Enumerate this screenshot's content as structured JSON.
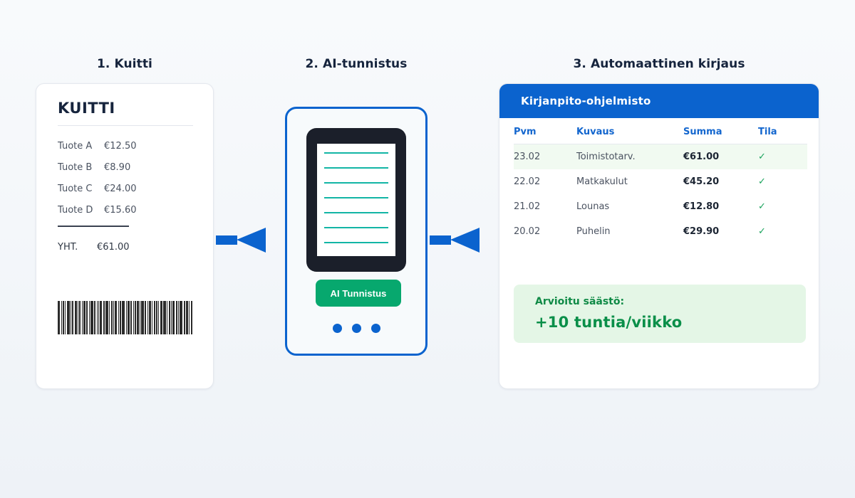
{
  "steps": [
    {
      "title": "1. Kuitti"
    },
    {
      "title": "2. AI-tunnistus"
    },
    {
      "title": "3. Automaattinen kirjaus"
    }
  ],
  "receipt": {
    "title": "KUITTI",
    "items": [
      {
        "label": "Tuote A",
        "amount": "€12.50"
      },
      {
        "label": "Tuote B",
        "amount": "€8.90"
      },
      {
        "label": "Tuote C",
        "amount": "€24.00"
      },
      {
        "label": "Tuote D",
        "amount": "€15.60"
      }
    ],
    "total": {
      "label": "YHT.",
      "amount": "€61.00"
    },
    "barcode_icon": "barcode-icon"
  },
  "phone": {
    "scan_icon": "document-scan-icon",
    "button_label": "AI Tunnistus",
    "dots_icon": "loading-dots-icon",
    "dots_count": 3,
    "scanline_count": 7
  },
  "arrows": {
    "icon": "arrow-left-icon",
    "count": 2
  },
  "software": {
    "header_title": "Kirjanpito-ohjelmisto",
    "columns": [
      "Pvm",
      "Kuvaus",
      "Summa",
      "Tila"
    ],
    "rows": [
      {
        "date": "23.02",
        "desc": "Toimistotarv.",
        "amount": "€61.00",
        "state": "✓",
        "highlight": true
      },
      {
        "date": "22.02",
        "desc": "Matkakulut",
        "amount": "€45.20",
        "state": "✓",
        "highlight": false
      },
      {
        "date": "21.02",
        "desc": "Lounas",
        "amount": "€12.80",
        "state": "✓",
        "highlight": false
      },
      {
        "date": "20.02",
        "desc": "Puhelin",
        "amount": "€29.90",
        "state": "✓",
        "highlight": false
      }
    ],
    "savings": {
      "label": "Arvioitu säästö:",
      "value": "+10 tuntia/viikko"
    }
  },
  "colors": {
    "brand_blue": "#0b63ce",
    "navy": "#16243d",
    "green": "#07a86e",
    "teal": "#12b5a5",
    "check_green": "#1aa35c",
    "savings_bg": "#e4f6e6",
    "row_highlight": "#f1faf1"
  }
}
